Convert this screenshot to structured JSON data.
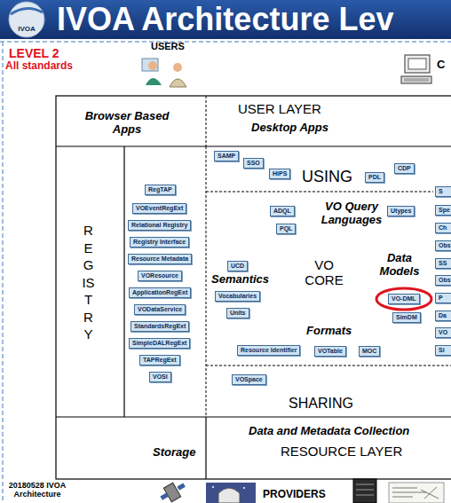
{
  "diagram": {
    "title": "IVOA Architecture Lev",
    "nodes": [
      {
        "text": [
          "RegTAP"
        ]
      },
      {
        "text": [
          "VOEventRegExt"
        ]
      },
      {
        "text": [
          "Relational Registry"
        ]
      },
      {
        "text": [
          "Registry Interface"
        ]
      },
      {
        "text": [
          "Resource Metadata"
        ]
      },
      {
        "text": [
          "VOResource"
        ]
      },
      {
        "text": [
          "ApplicationRegExt"
        ]
      },
      {
        "text": [
          "VODataService"
        ]
      },
      {
        "text": [
          "StandardsRegExt"
        ]
      },
      {
        "text": [
          "SimpleDALRegExt"
        ]
      },
      {
        "text": [
          "TAPRegExt"
        ]
      },
      {
        "text": [
          "VOSI"
        ]
      },
      {
        "text": [
          "SAMP"
        ]
      },
      {
        "text": [
          "SSO"
        ]
      },
      {
        "text": [
          "HiPS"
        ]
      },
      {
        "text": [
          "PDL"
        ]
      },
      {
        "text": [
          "CDP"
        ]
      },
      {
        "text": [
          "S"
        ]
      },
      {
        "text": [
          "ADQL"
        ]
      },
      {
        "text": [
          "Utypes"
        ]
      },
      {
        "text": [
          "Spe"
        ]
      },
      {
        "text": [
          "PQL"
        ]
      },
      {
        "text": [
          "Ch"
        ]
      },
      {
        "text": [
          "Obs"
        ]
      },
      {
        "text": [
          "UCD"
        ]
      },
      {
        "text": [
          "SS"
        ]
      },
      {
        "text": [
          "Obs"
        ]
      },
      {
        "text": [
          "Vocabularies"
        ]
      },
      {
        "text": [
          "Units"
        ]
      },
      {
        "text": [
          "VO-DML"
        ]
      },
      {
        "text": [
          "P"
        ]
      },
      {
        "text": [
          "SimDM"
        ]
      },
      {
        "text": [
          "Da"
        ]
      },
      {
        "text": [
          "VO"
        ]
      },
      {
        "text": [
          "Resource Identifier"
        ]
      },
      {
        "text": [
          "VOTable"
        ]
      },
      {
        "text": [
          "MOC"
        ]
      },
      {
        "text": [
          "Si"
        ]
      },
      {
        "text": [
          "VOSpace"
        ]
      }
    ],
    "labels": [
      "IVOA",
      "LEVEL 2",
      "All standards",
      "USERS",
      "C",
      "Browser Based Apps",
      "USER LAYER",
      "Desktop Apps",
      "USING",
      "REGISTRY",
      "VO Query Languages",
      "Semantics",
      "VO CORE",
      "Data Models",
      "Formats",
      "SHARING",
      "Storage",
      "Data and Metadata Collection",
      "RESOURCE LAYER",
      "20180528 IVOA Architecture",
      "PROVIDERS"
    ]
  }
}
